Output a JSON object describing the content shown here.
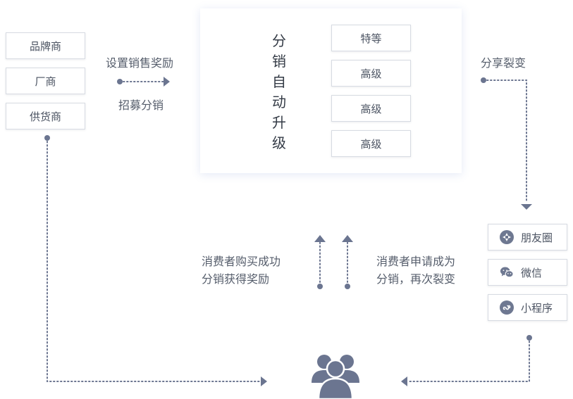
{
  "left_boxes": [
    "品牌商",
    "厂商",
    "供货商"
  ],
  "top_arrow": {
    "above": "设置销售奖励",
    "below": "招募分销"
  },
  "panel": {
    "vertical_title": "分销自动升级",
    "levels": [
      "特等",
      "高级",
      "高级",
      "高级"
    ]
  },
  "share": {
    "label": "分享裂变"
  },
  "channels": [
    {
      "icon": "aperture-icon",
      "label": "朋友圈"
    },
    {
      "icon": "wechat-icon",
      "label": "微信"
    },
    {
      "icon": "mini-program-icon",
      "label": "小程序"
    }
  ],
  "consumer_left": [
    "消费者购买成功",
    "分销获得奖励"
  ],
  "consumer_right": [
    "消费者申请成为",
    "分销，再次裂变"
  ],
  "users_icon": "users-group-icon",
  "colors": {
    "accent": "#6b7590",
    "border": "#d7dbe2",
    "text": "#555d6b"
  }
}
